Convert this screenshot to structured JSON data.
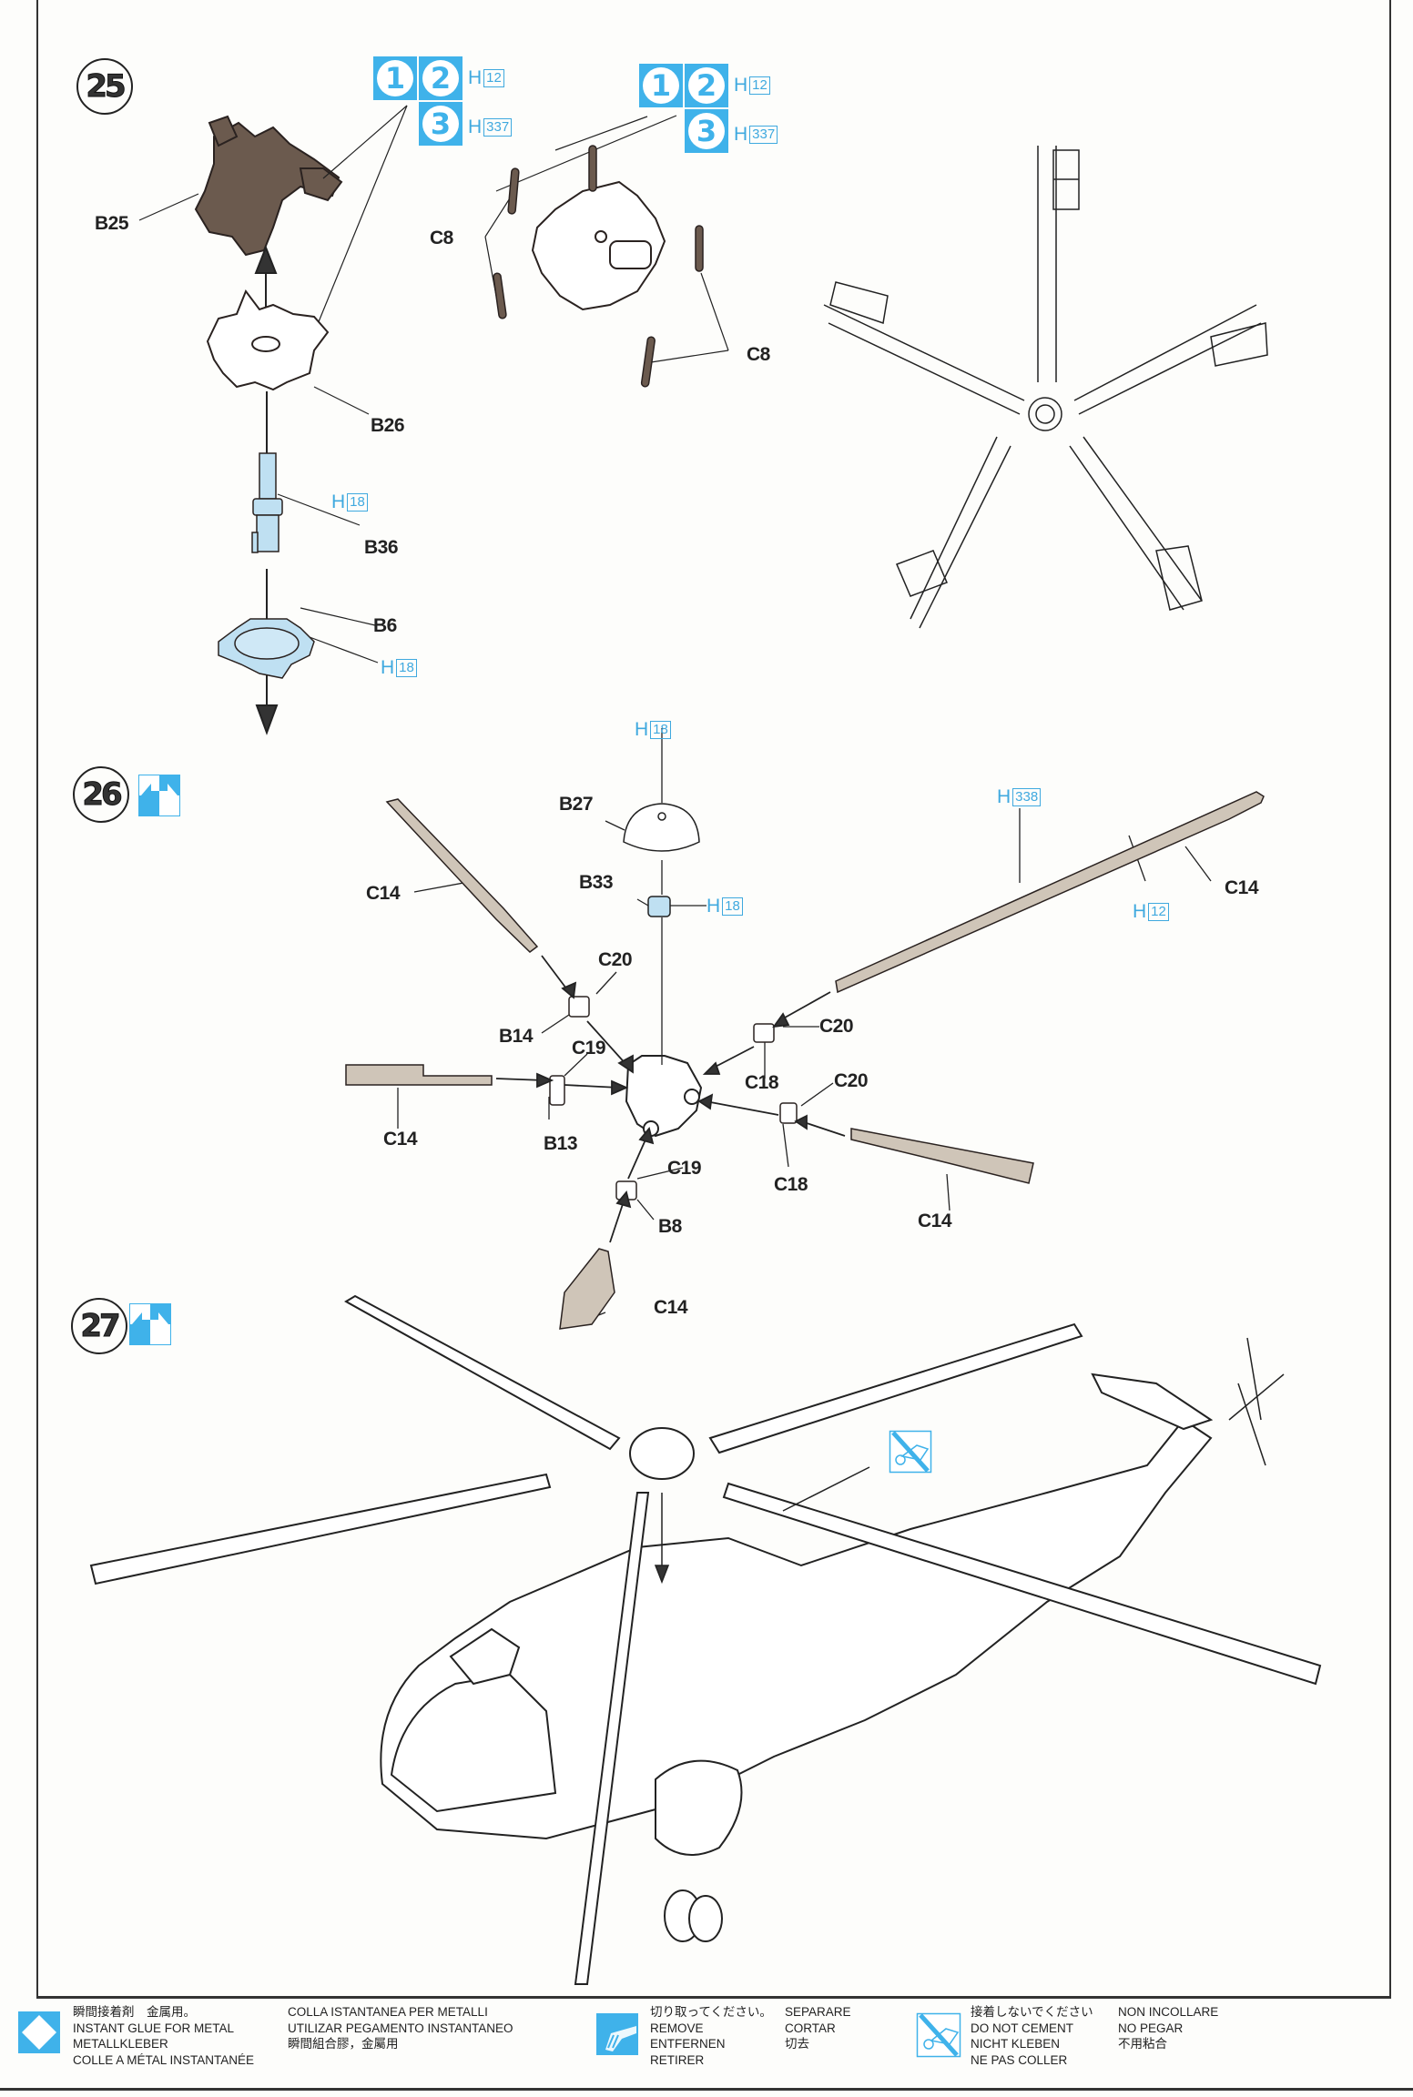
{
  "steps": [
    {
      "number": "25",
      "color_guide_left": {
        "colors": [
          "1",
          "2",
          "3"
        ],
        "paints": [
          {
            "prefix": "H",
            "code": "12"
          },
          {
            "prefix": "H",
            "code": "337"
          }
        ]
      },
      "color_guide_right": {
        "colors": [
          "1",
          "2",
          "3"
        ],
        "paints": [
          {
            "prefix": "H",
            "code": "12"
          },
          {
            "prefix": "H",
            "code": "337"
          }
        ]
      },
      "parts": {
        "b25": "B25",
        "b26": "B26",
        "b36": "B36",
        "b6": "B6",
        "c8_left": "C8",
        "c8_right": "C8"
      },
      "paints": {
        "b36_paint": {
          "prefix": "H",
          "code": "18"
        },
        "b6_paint": {
          "prefix": "H",
          "code": "18"
        }
      }
    },
    {
      "number": "26",
      "icon": "both-sides-icon",
      "parts": {
        "b27": "B27",
        "b33": "B33",
        "c14_top_left": "C14",
        "c14_right": "C14",
        "c20_left": "C20",
        "b14": "B14",
        "c19_left": "C19",
        "c20_right_upper": "C20",
        "c18_upper": "C18",
        "c20_right_lower": "C20",
        "c14_left": "C14",
        "b13": "B13",
        "c19_bottom": "C19",
        "c18_lower": "C18",
        "b8": "B8",
        "c14_lower_right": "C14",
        "c14_bottom": "C14"
      },
      "paints": {
        "top_cap": {
          "prefix": "H",
          "code": "18"
        },
        "b33_paint": {
          "prefix": "H",
          "code": "18"
        },
        "blade_top": {
          "prefix": "H",
          "code": "338"
        },
        "blade_bottom": {
          "prefix": "H",
          "code": "12"
        }
      }
    },
    {
      "number": "27",
      "icon": "both-sides-icon",
      "note_icon": "do-not-cement-icon"
    }
  ],
  "legend": {
    "glue": {
      "lines": [
        "瞬間接着剤　金属用。",
        "INSTANT GLUE FOR METAL",
        "METALLKLEBER",
        "COLLE A MÉTAL INSTANTANÉE"
      ],
      "lines2": [
        "COLLA ISTANTANEA PER METALLI",
        "UTILIZAR PEGAMENTO INSTANTANEO",
        "瞬間組合膠，金屬用"
      ]
    },
    "remove": {
      "lines": [
        "切り取ってください。",
        "REMOVE",
        "ENTFERNEN",
        "RETIRER"
      ],
      "lines2": [
        "SEPARARE",
        "CORTAR",
        "切去"
      ]
    },
    "no_cement": {
      "lines": [
        "接着しないでください",
        "DO NOT CEMENT",
        "NICHT KLEBEN",
        "NE PAS COLLER"
      ],
      "lines2": [
        "NON INCOLLARE",
        "NO PEGAR",
        "不用粘合"
      ]
    }
  },
  "colors": {
    "accent_blue": "#3fb2ea",
    "part_brown": "#6b5a4e",
    "blade_tan": "#cfc5b8",
    "part_light_blue": "#bfe0f2"
  }
}
